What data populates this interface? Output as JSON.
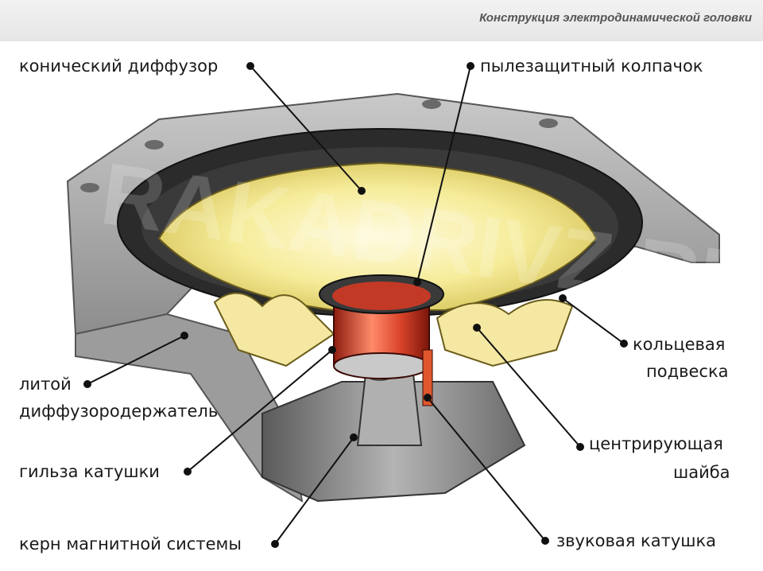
{
  "header": {
    "title": "Конструкция электродинамической головки"
  },
  "watermark": "RAKADRIVZ.RU",
  "colors": {
    "frame": "#a9a9a9",
    "frame_dark": "#6f6f6f",
    "surround": "#2b2b2b",
    "cone": "#f5ebb0",
    "coil": "#d5452c",
    "magnet": "#8a8a8a"
  },
  "labels": {
    "cone": "конический диффузор",
    "dust_cap": "пылезащитный колпачок",
    "surround_1": "кольцевая",
    "surround_2": "подвеска",
    "frame_1": "литой",
    "frame_2": "диффузородержатель",
    "spider_1": "центрирующая",
    "spider_2": "шайба",
    "former": "гильза катушки",
    "pole": "керн магнитной системы",
    "voice_coil": "звуковая катушка"
  }
}
